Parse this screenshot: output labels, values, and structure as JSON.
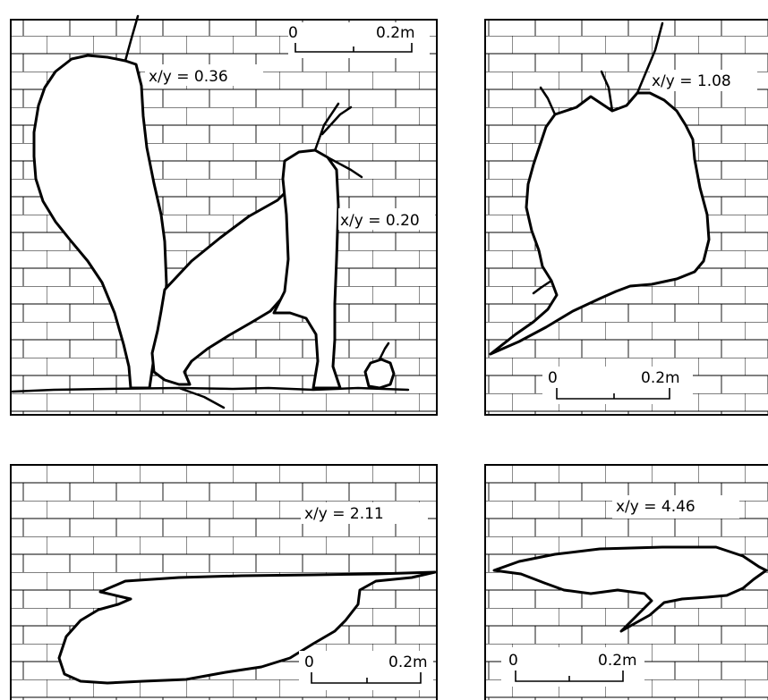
{
  "figure": {
    "panels": [
      {
        "ratios": [
          "x/y = 0.36",
          "x/y = 0.20"
        ],
        "scale": {
          "start": "0",
          "end": "0.2m"
        }
      },
      {
        "ratios": [
          "x/y = 1.08"
        ],
        "scale": {
          "start": "0",
          "end": "0.2m"
        }
      },
      {
        "ratios": [
          "x/y = 2.11"
        ],
        "scale": {
          "start": "0",
          "end": "0.2m"
        }
      },
      {
        "ratios": [
          "x/y = 4.46"
        ],
        "scale": {
          "start": "0",
          "end": "0.2m"
        }
      }
    ]
  }
}
